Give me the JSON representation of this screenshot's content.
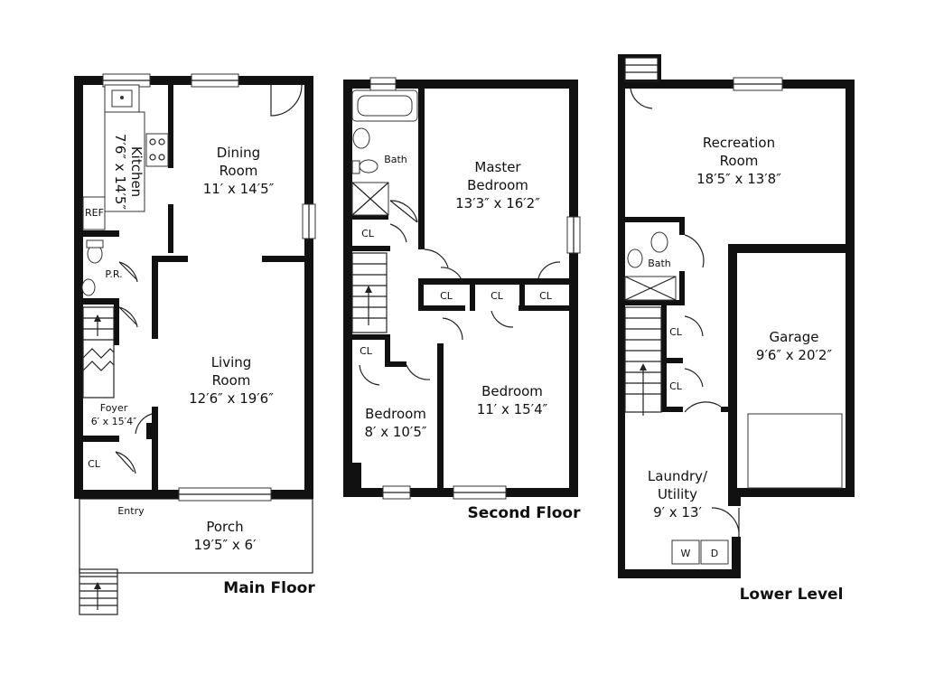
{
  "main_floor": {
    "title": "Main Floor",
    "kitchen_name": "Kitchen",
    "kitchen_size": "7′6″ x 14′5″",
    "ref": "REF",
    "dining_name": "Dining",
    "dining_name2": "Room",
    "dining_size": "11′ x 14′5″",
    "pr": "P.R.",
    "living_name": "Living",
    "living_name2": "Room",
    "living_size": "12′6″ x 19′6″",
    "foyer_name": "Foyer",
    "foyer_size": "6′ x 15′4″",
    "cl": "CL",
    "entry": "Entry",
    "porch_name": "Porch",
    "porch_size": "19′5″ x 6′"
  },
  "second_floor": {
    "title": "Second Floor",
    "bath": "Bath",
    "cl_1": "CL",
    "cl_2": "CL",
    "cl_3": "CL",
    "cl_4": "CL",
    "cl_5": "CL",
    "master_name": "Master",
    "master_name2": "Bedroom",
    "master_size": "13′3″ x 16′2″",
    "bed_small_name": "Bedroom",
    "bed_small_size": "8′ x 10′5″",
    "bed_name": "Bedroom",
    "bed_size": "11′ x 15′4″"
  },
  "lower_level": {
    "title": "Lower Level",
    "rec_name": "Recreation",
    "rec_name2": "Room",
    "rec_size": "18′5″ x 13′8″",
    "bath": "Bath",
    "cl_1": "CL",
    "cl_2": "CL",
    "garage_name": "Garage",
    "garage_size": "9′6″ x 20′2″",
    "laundry_name": "Laundry/",
    "laundry_name2": "Utility",
    "laundry_size": "9′ x 13′",
    "washer": "W",
    "dryer": "D"
  }
}
